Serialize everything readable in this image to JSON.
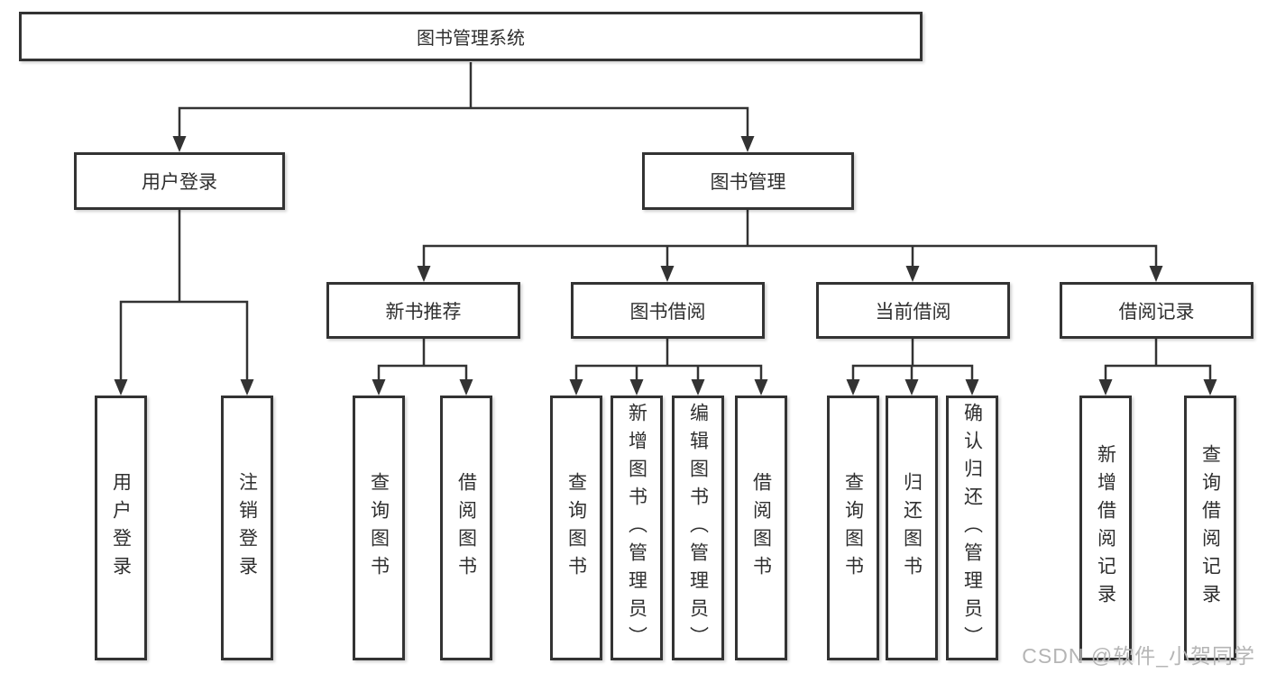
{
  "diagram": {
    "root": {
      "label": "图书管理系统"
    },
    "branches": [
      {
        "label": "用户登录",
        "children": [
          {
            "label": "用户登录"
          },
          {
            "label": "注销登录"
          }
        ]
      },
      {
        "label": "图书管理",
        "children": [
          {
            "label": "新书推荐",
            "children": [
              {
                "label": "查询图书"
              },
              {
                "label": "借阅图书"
              }
            ]
          },
          {
            "label": "图书借阅",
            "children": [
              {
                "label": "查询图书"
              },
              {
                "label": "新增图书（管理员）"
              },
              {
                "label": "编辑图书（管理员）"
              },
              {
                "label": "借阅图书"
              }
            ]
          },
          {
            "label": "当前借阅",
            "children": [
              {
                "label": "查询图书"
              },
              {
                "label": "归还图书"
              },
              {
                "label": "确认归还（管理员）"
              }
            ]
          },
          {
            "label": "借阅记录",
            "children": [
              {
                "label": "新增借阅记录"
              },
              {
                "label": "查询借阅记录"
              }
            ]
          }
        ]
      }
    ]
  },
  "watermark": {
    "text": "CSDN @软件_小贺同学"
  },
  "colors": {
    "line": "#333333",
    "box_border": "#333333",
    "box_fill": "#ffffff",
    "text": "#2f2f2f",
    "watermark": "#b5b5b5",
    "background": "#ffffff"
  }
}
